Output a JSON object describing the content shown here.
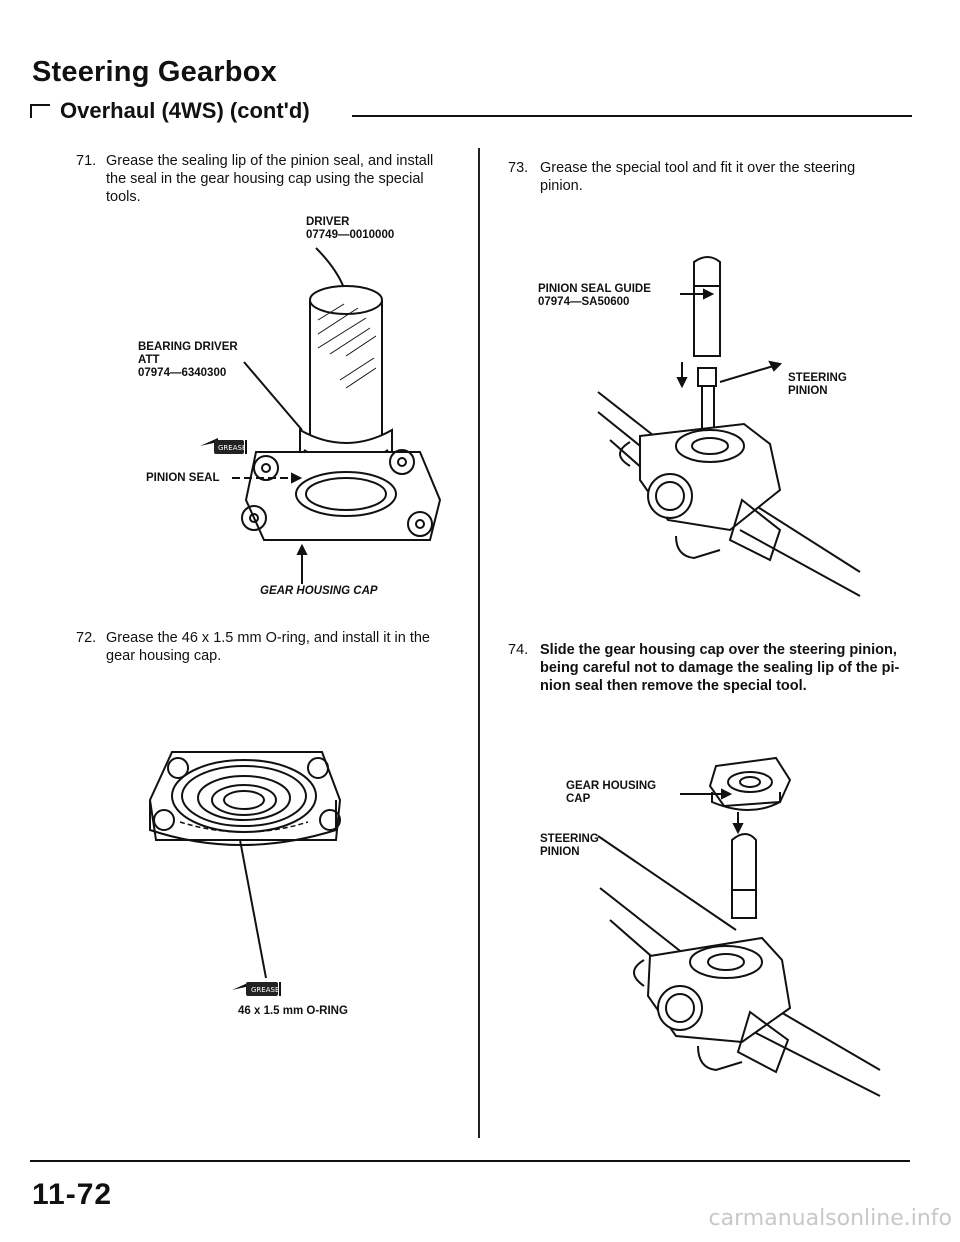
{
  "header": {
    "title": "Steering Gearbox",
    "subtitle": "Overhaul (4WS) (cont'd)"
  },
  "steps": [
    {
      "number": "71.",
      "lines": [
        "Grease the sealing lip of the pinion seal, and install",
        "the seal in the gear housing cap using the special",
        "tools."
      ]
    },
    {
      "number": "72.",
      "lines": [
        "Grease the 46 x 1.5 mm O-ring, and install it in the",
        "gear housing cap."
      ]
    },
    {
      "number": "73.",
      "lines": [
        "Grease the special tool and fit it over the steering",
        "pinion."
      ]
    },
    {
      "number": "74.",
      "lines": [
        "Slide the gear housing cap over the steering pinion,",
        "being careful not to damage the sealing lip of the pi-",
        "nion seal then remove the special tool."
      ]
    }
  ],
  "figure71": {
    "driver": [
      "DRIVER",
      "07749—0010000"
    ],
    "attachment": [
      "BEARING DRIVER",
      "ATT",
      "07974—6340300"
    ],
    "pinion_seal": "PINION SEAL",
    "cap": "GEAR HOUSING CAP",
    "grease_icon": "grease-can-icon"
  },
  "figure72": {
    "oring": "46 x 1.5 mm O-RING",
    "grease_icon": "grease-can-icon"
  },
  "figure73": {
    "guide": [
      "PINION SEAL GUIDE",
      "07974—SA50600"
    ],
    "pinion": [
      "STEERING",
      "PINION"
    ]
  },
  "figure74": {
    "cap": [
      "GEAR HOUSING",
      "CAP"
    ],
    "pinion": [
      "STEERING",
      "PINION"
    ]
  },
  "footer": {
    "page_number": "11-72",
    "watermark": "carmanualsonline.info"
  }
}
